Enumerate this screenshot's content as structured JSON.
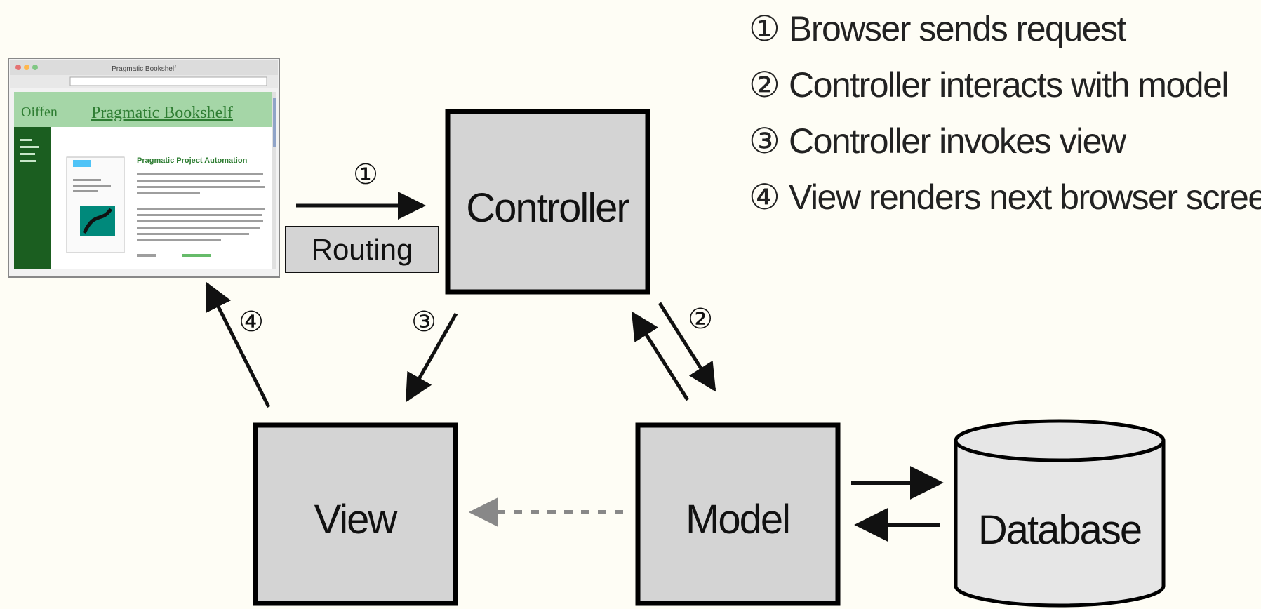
{
  "nodes": {
    "controller": "Controller",
    "view": "View",
    "model": "Model",
    "database": "Database",
    "routing": "Routing"
  },
  "steps": {
    "s1": "①",
    "s2": "②",
    "s3": "③",
    "s4": "④"
  },
  "legend": [
    {
      "num": "①",
      "text": "Browser sends request"
    },
    {
      "num": "②",
      "text": "Controller interacts with model"
    },
    {
      "num": "③",
      "text": "Controller invokes view"
    },
    {
      "num": "④",
      "text": "View renders next browser screen"
    }
  ],
  "browser": {
    "window_title": "Pragmatic Bookshelf",
    "banner_logo": "Oiffen",
    "banner_title": "Pragmatic Bookshelf",
    "heading": "Pragmatic Project Automation"
  },
  "colors": {
    "background": "#fefdf5",
    "box_fill": "#d4d4d4",
    "box_stroke": "#000000",
    "database_fill": "#e6e6e6",
    "dotted_arrow": "#888888",
    "browser_green": "#1b5e20",
    "banner_green": "#a5d6a7"
  }
}
